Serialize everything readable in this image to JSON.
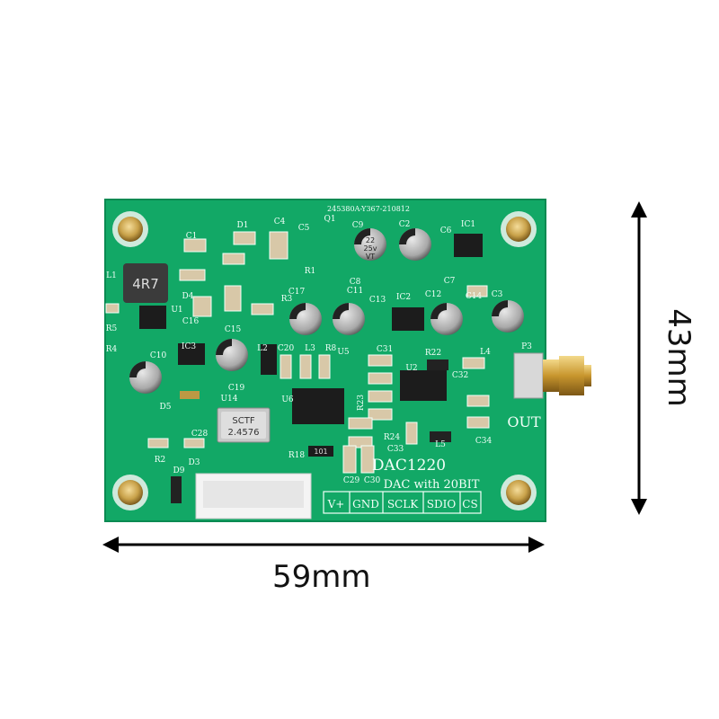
{
  "board": {
    "serial": "245380A-Y367-210812",
    "title": "DAC1220",
    "subtitle": "DAC with 20BIT",
    "output_label": "OUT",
    "pins": [
      "V+",
      "GND",
      "SCLK",
      "SDIO",
      "CS"
    ],
    "inductor_marking": "4R7",
    "crystal_marking": [
      "SCTF",
      "2.4576"
    ],
    "capacitor_marking": [
      "22",
      "25v",
      "VT"
    ],
    "resistor_array_marking": "101",
    "refdes": [
      "L1",
      "D1",
      "C4",
      "C5",
      "Q1",
      "C9",
      "C2",
      "C6",
      "IC1",
      "C1",
      "R1",
      "C8",
      "C7",
      "D4",
      "U1",
      "C16",
      "C15",
      "R3",
      "C17",
      "C11",
      "C13",
      "IC2",
      "C12",
      "C14",
      "C3",
      "R5",
      "R4",
      "IC3",
      "C10",
      "L2",
      "C20",
      "L3",
      "R8",
      "U5",
      "C31",
      "R22",
      "U2",
      "L4",
      "P3",
      "D5",
      "U14",
      "C19",
      "U6",
      "R23",
      "C32",
      "C28",
      "C33",
      "L5",
      "C34",
      "R2",
      "D3",
      "D9",
      "C29",
      "C30",
      "R24",
      "R18"
    ],
    "colors": {
      "pcb": "#12a866",
      "silkscreen": "#f2fff8",
      "gold": "#c9a24a"
    }
  },
  "dimensions": {
    "height": "43mm",
    "width": "59mm"
  }
}
